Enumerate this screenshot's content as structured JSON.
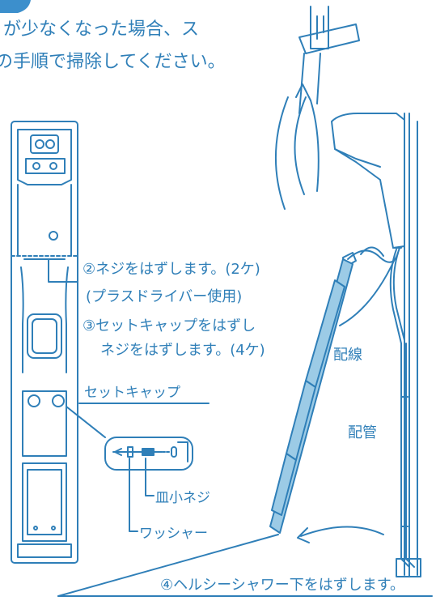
{
  "intro": {
    "line1": "が少なくなった場合、ス",
    "line2": "の手順で掃除してください。"
  },
  "steps": {
    "step2_line1": "②ネジをはずします。(2ケ)",
    "step2_line2": "(プラスドライバー使用)",
    "step3_line1": "③セットキャップをはずし",
    "step3_line2": "ネジをはずします。(4ケ)",
    "step4": "④ヘルシーシャワー下をはずします。"
  },
  "parts": {
    "set_cap": "セットキャップ",
    "pan_screw": "皿小ネジ",
    "washer": "ワッシャー",
    "wiring": "配線",
    "piping": "配管"
  },
  "colors": {
    "line": "#2f7fb8",
    "fill_panel": "#9ccbe6",
    "badge": "#3c8fcc"
  }
}
